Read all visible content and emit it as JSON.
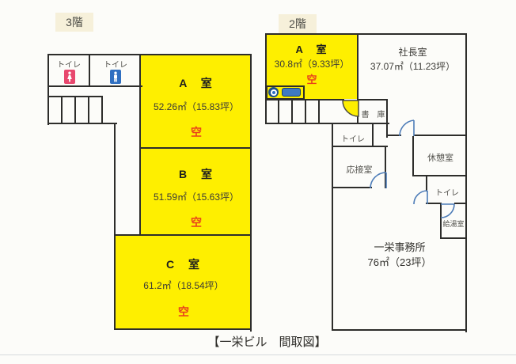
{
  "caption": "【一栄ビル　間取図】",
  "floors": {
    "f3": {
      "label": "3階",
      "toilet_left": "トイレ",
      "toilet_right": "トイレ",
      "room_a": {
        "name": "A　室",
        "area": "52.26㎡（15.83坪）",
        "status": "空"
      },
      "room_b": {
        "name": "B　室",
        "area": "51.59㎡（15.63坪）",
        "status": "空"
      },
      "room_c": {
        "name": "C　室",
        "area": "61.2㎡（18.54坪）",
        "status": "空"
      }
    },
    "f2": {
      "label": "2階",
      "room_a": {
        "name": "A　室",
        "area": "30.8㎡（9.33坪）",
        "status": "空"
      },
      "president_room": {
        "name": "社長室",
        "area": "37.07㎡（11.23坪）"
      },
      "archive": "書　庫",
      "toilet_west": "トイレ",
      "reception": "応接室",
      "break_room": "休憩室",
      "toilet_east": "トイレ",
      "kitchenette": "給湯室",
      "office": {
        "name": "一栄事務所",
        "area": "76㎡（23坪）"
      }
    }
  },
  "colors": {
    "vacant_room_yellow": "#feef00",
    "vacant_text_red": "#e8401c",
    "wall_black": "#2d2d2b",
    "door_arc_blue": "#4d7cb8",
    "female_icon_red": "#e8486e",
    "male_icon_blue": "#2f6fc1",
    "fixture_blue": "#3f7ac2",
    "floor_label_cream": "#f6f0da"
  }
}
